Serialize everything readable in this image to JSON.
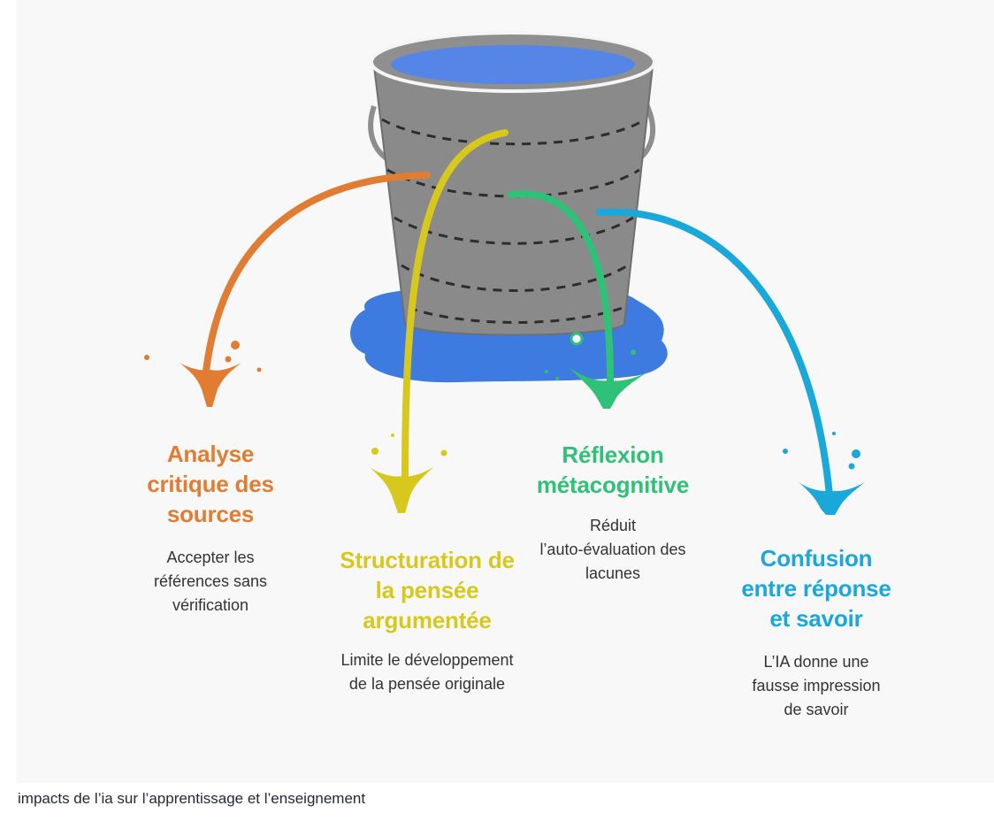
{
  "colors": {
    "water": "#3d7be0",
    "bucket": "#8a8a8a",
    "orange": "#e07d32",
    "yellow": "#d8c81d",
    "green": "#2fc178",
    "blue": "#1aa7da"
  },
  "items": [
    {
      "title": "Analyse critique des sources",
      "title_lines": [
        "Analyse",
        "critique des",
        "sources"
      ],
      "description_lines": [
        "Accepter les",
        "références sans",
        "vérification"
      ]
    },
    {
      "title": "Structuration de la pensée argumentée",
      "title_lines": [
        "Structuration de",
        "la pensée",
        "argumentée"
      ],
      "description_lines": [
        "Limite le développement",
        "de la pensée originale"
      ]
    },
    {
      "title": "Réflexion métacognitive",
      "title_lines": [
        "Réflexion",
        "métacognitive"
      ],
      "description_lines": [
        "Réduit",
        "l’auto-évaluation des",
        "lacunes"
      ]
    },
    {
      "title": "Confusion entre réponse et savoir",
      "title_lines": [
        "Confusion",
        "entre réponse",
        "et savoir"
      ],
      "description_lines": [
        "L’IA donne une",
        "fausse impression",
        "de savoir"
      ]
    }
  ],
  "caption": "impacts de l’ia sur l’apprentissage et l’enseignement",
  "icons": [
    "leaking-bucket-icon",
    "orange-splash-icon",
    "yellow-splash-icon",
    "green-splash-icon",
    "blue-splash-icon"
  ]
}
